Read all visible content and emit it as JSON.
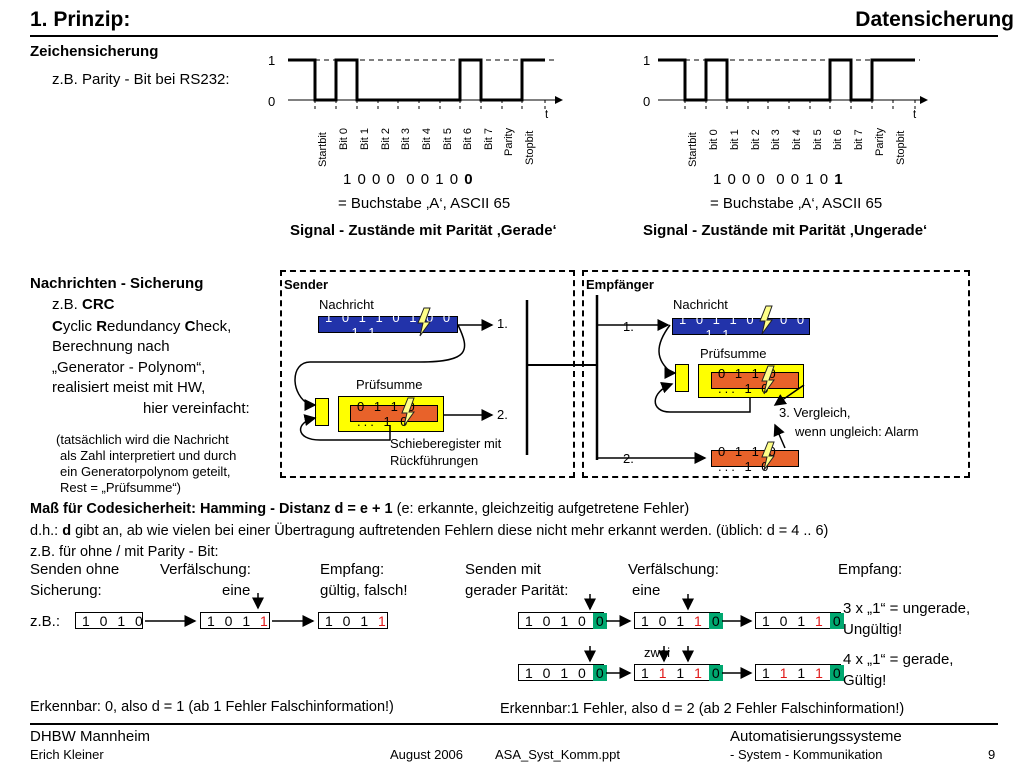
{
  "header": {
    "title": "1. Prinzip:",
    "subject": "Datensicherung"
  },
  "parity": {
    "heading": "Zeichensicherung",
    "example": "z.B. Parity - Bit bei RS232:",
    "level_high": "1",
    "level_low": "0",
    "time_axis": "t",
    "left": {
      "bit_labels": [
        "Startbit",
        "Bit 0",
        "Bit 1",
        "Bit 2",
        "Bit 3",
        "Bit 4",
        "Bit 5",
        "Bit 6",
        "Bit 7",
        "Parity",
        "Stopbit"
      ],
      "bits_text": "1 0 0 0  0 0 1 0",
      "parity_bit": "0",
      "meaning": "= Buchstabe ‚A‘, ASCII 65",
      "caption": "Signal - Zustände mit Parität ‚Gerade‘"
    },
    "right": {
      "bit_labels": [
        "Startbit",
        "bit 0",
        "bit 1",
        "bit 2",
        "bit 3",
        "bit 4",
        "bit 5",
        "bit 6",
        "bit 7",
        "Parity",
        "Stopbit"
      ],
      "bits_text": "1 0 0 0  0 0 1 0",
      "parity_bit": "1",
      "meaning": "= Buchstabe ‚A‘, ASCII 65",
      "caption": "Signal - Zustände mit Parität ‚Ungerade‘"
    }
  },
  "crc": {
    "heading": "Nachrichten - Sicherung",
    "lines": [
      "z.B. CRC",
      "Cyclic Redundancy Check,",
      "Berechnung nach",
      "„Generator - Polynom“,",
      "realisiert meist mit HW,",
      "hier vereinfacht:"
    ],
    "note": [
      "(tatsächlich wird die Nachricht",
      "als Zahl interpretiert und durch",
      "ein Generatorpolynom geteilt,",
      "Rest = „Prüfsumme“)"
    ],
    "sender": {
      "title": "Sender",
      "message_label": "Nachricht",
      "message_bits": "1 0 1 1 0 1 0 0 ... 1 1",
      "checksum_label": "Prüfsumme",
      "checksum_bits": "0 1 1 0 ... 1 0",
      "register_label": [
        "Schieberegister mit",
        "Rückführungen"
      ],
      "step1": "1.",
      "step2": "2."
    },
    "receiver": {
      "title": "Empfänger",
      "message_label": "Nachricht",
      "message_bits": "1 0 1 1 0 1 0 0 ... 1 1",
      "checksum_label": "Prüfsumme",
      "checksum_bits": "0 1 1 0 ... 1 0",
      "received_bits": "0 1 1 0 ... 1 0",
      "step1": "1.",
      "step2": "2.",
      "compare": [
        "3. Vergleich,",
        "wenn ungleich: Alarm"
      ]
    }
  },
  "hamming": {
    "title": "Maß für Codesicherheit: Hamming - Distanz d = e + 1 (e: erkannte, gleichzeitig aufgetretene Fehler)",
    "line2": "d.h.: d gibt an, ab wie vielen bei einer Übertragung auftretenden Fehlern diese nicht mehr erkannt werden. (üblich: d = 4 .. 6)",
    "line3": "z.B. für ohne / mit Parity - Bit:",
    "left": {
      "col1": [
        "Senden ohne",
        "Sicherung:"
      ],
      "col2": [
        "Verfälschung:",
        "eine"
      ],
      "col3": [
        "Empfang:",
        "gültig, falsch!"
      ],
      "example_label": "z.B.:",
      "sent": "1 0 1 0",
      "falsified_prefix": "1 0 1 ",
      "falsified_bit": "1",
      "received_prefix": "1 0 1 ",
      "received_bit": "1",
      "result": "Erkennbar: 0, also d = 1 (ab 1 Fehler Falschinformation!)"
    },
    "right": {
      "col1": [
        "Senden mit",
        "gerader Parität:"
      ],
      "col2": [
        "Verfälschung:",
        "eine"
      ],
      "col3": [
        "Empfang:"
      ],
      "row1": {
        "sent": "1 0 1 0",
        "sent_parity": "0",
        "fals_prefix": "1 0 1 ",
        "fals_bit": "1",
        "fals_parity": "0",
        "recv_prefix": "1 0 1 ",
        "recv_bit": "1",
        "recv_parity": "0",
        "verdict": [
          "3 x „1“ = ungerade,",
          "Ungültig!"
        ]
      },
      "two_label": "zwei",
      "row2": {
        "sent": "1 0 1 0",
        "sent_parity": "0",
        "fals_a": "1 ",
        "fals_b": "1",
        "fals_c": " 1 ",
        "fals_d": "1",
        "fals_parity": "0",
        "recv_a": "1 ",
        "recv_b": "1",
        "recv_c": " 1 ",
        "recv_d": "1",
        "recv_parity": "0",
        "verdict": [
          "4 x „1“ = gerade,",
          "Gültig!"
        ]
      },
      "result": "Erkennbar:1 Fehler, also d = 2 (ab 2 Fehler Falschinformation!)"
    }
  },
  "footer": {
    "school": "DHBW  Mannheim",
    "author": "Erich Kleiner",
    "date": "August 2006",
    "file": "ASA_Syst_Komm.ppt",
    "course1": "Automatisierungssysteme",
    "course2": "- System - Kommunikation",
    "page": "9"
  },
  "colors": {
    "message": "#2233aa",
    "checksum": "#e8622a",
    "register": "#ffff00",
    "parity_box": "#00a870",
    "error_bit": "#e01818"
  }
}
